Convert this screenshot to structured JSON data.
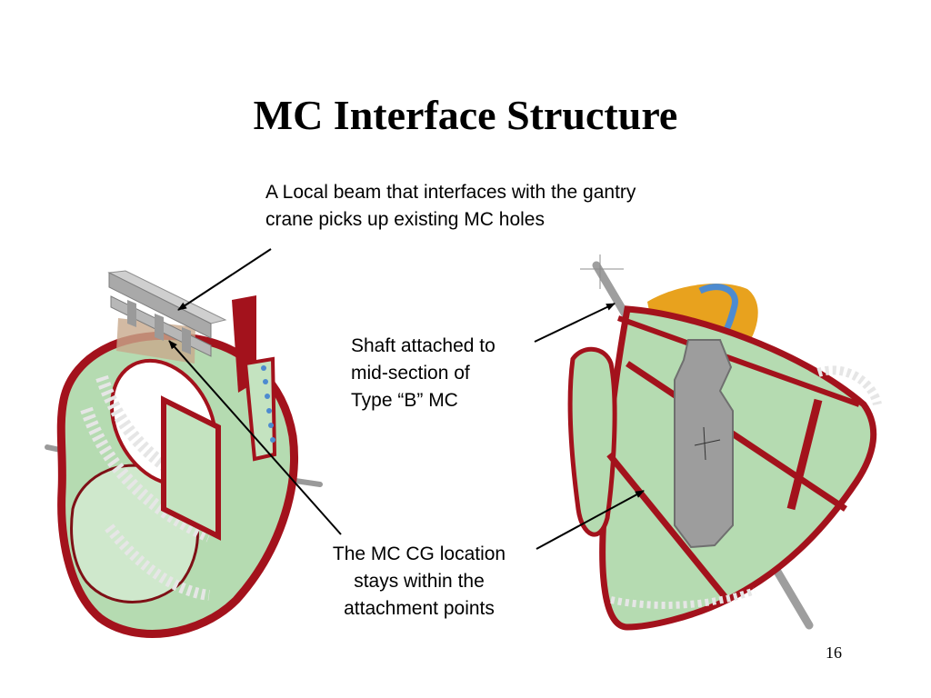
{
  "slide": {
    "title": "MC Interface Structure",
    "callouts": {
      "beam": {
        "line1": "A Local beam that interfaces with the gantry",
        "line2": "crane picks up existing MC holes"
      },
      "shaft": {
        "line1": "Shaft attached to",
        "line2": "mid-section of",
        "line3": "Type “B” MC"
      },
      "cg": {
        "line1": "The MC CG location",
        "line2": "stays within the",
        "line3": "attachment points"
      }
    },
    "page_number": "16"
  },
  "colors": {
    "structure_green": "#b5dbb1",
    "frame_red": "#a3121c",
    "beam_gray": "#a9a9a9",
    "plate_gray": "#9d9d9d",
    "orange": "#e8a21e",
    "blue_accent": "#4d8bd0"
  }
}
